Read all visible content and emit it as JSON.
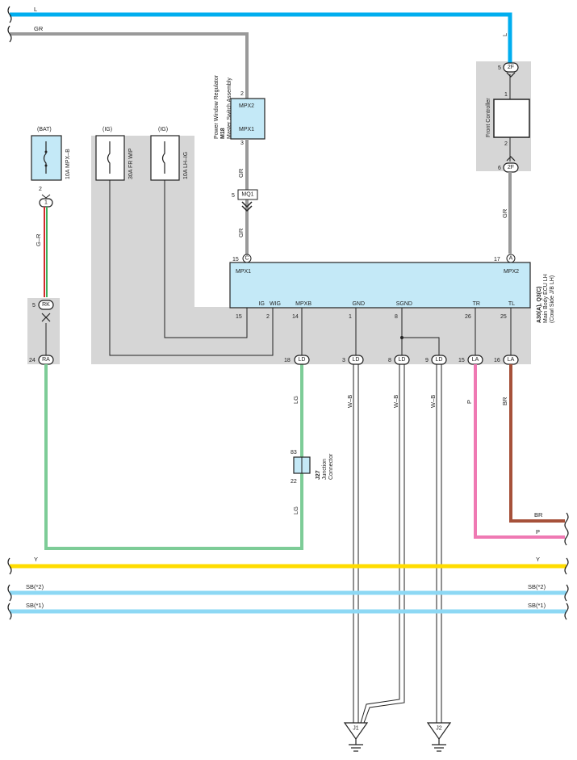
{
  "wires": {
    "L": "L",
    "GR": "GR",
    "G_R": "G–R",
    "LG": "LG",
    "W_B": "W–B",
    "P": "P",
    "BR": "BR",
    "Y": "Y",
    "SB2": "SB(*2)",
    "SB1": "SB(*1)"
  },
  "fuses": {
    "bat_header": "(BAT)",
    "bat_name": "10A MPX–B",
    "ig1_header": "(IG)",
    "ig1_name": "30A FR WIP",
    "ig2_header": "(IG)",
    "ig2_name": "10A LH–IG"
  },
  "m18": {
    "code": "M18",
    "name1": "Power Window Regulator",
    "name2": "Master Switch Assembly",
    "mpx2": "MPX2",
    "mpx1": "MPX1",
    "pin_top": "2",
    "pin_bottom": "3"
  },
  "front_controller": {
    "name": "Front Controller",
    "pin_top": "1",
    "pin_bottom": "2"
  },
  "main_ecu": {
    "code": "A30(A), Q3(C)",
    "name1": "Main Body ECU LH",
    "name2": "(Cowl Side J/B LH)",
    "mpx1": "MPX1",
    "mpx2": "MPX2",
    "terms": [
      "IG",
      "WIG",
      "MPXB",
      "GND",
      "SGND",
      "TR",
      "TL"
    ],
    "term_pins": [
      "15",
      "2",
      "14",
      "1",
      "8",
      "26",
      "25"
    ],
    "mpx1_pin": "15",
    "mpx1_conn": "C",
    "mpx2_pin": "17",
    "mpx2_conn": "A"
  },
  "j27": {
    "code": "J27",
    "name1": "Junction",
    "name2": "Connector",
    "pin_top": "83",
    "pin_bottom": "22"
  },
  "connectors": {
    "c_2F_top_pin": "5",
    "c_2F_top": "2F",
    "c_2F_bot_pin": "6",
    "c_2F_bot": "2F",
    "c_mq1_pin": "5",
    "c_mq1": "MQ1",
    "c_bat_pin": "2",
    "c_bat_conn": "1",
    "c_rk_pin": "5",
    "c_rk": "RK",
    "c_ra_pin": "24",
    "c_ra": "RA",
    "c_ld1_pin": "18",
    "c_ld1": "LD",
    "c_ld2_pin": "3",
    "c_ld2": "LD",
    "c_ld3_pin": "8",
    "c_ld3": "LD",
    "c_ld4_pin": "9",
    "c_ld4": "LD",
    "c_la1_pin": "15",
    "c_la1": "LA",
    "c_la2_pin": "16",
    "c_la2": "LA"
  },
  "grounds": {
    "g1": "J1",
    "g2": "J2"
  },
  "colors": {
    "blue": "#00aeef",
    "grey": "#999999",
    "green": "#7dcc97",
    "pink": "#ef79b3",
    "brown": "#a6513a",
    "yellow": "#ffdc00",
    "lightblue": "#8dd8f4"
  }
}
